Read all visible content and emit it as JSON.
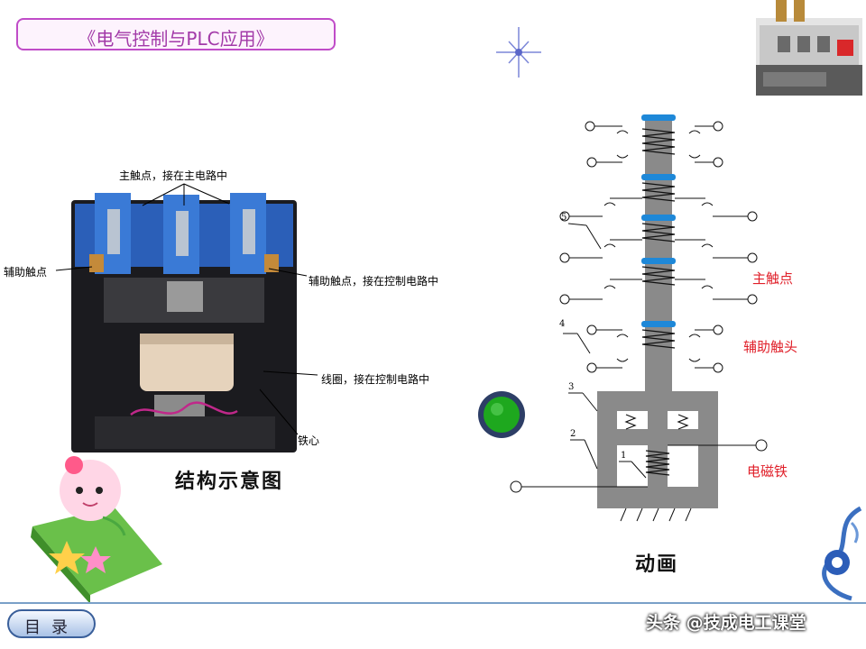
{
  "header": {
    "title": "《电气控制与PLC应用》"
  },
  "photo_labels": {
    "main_contacts": "主触点，接在主电路中",
    "aux_left": "辅助触点",
    "aux_right": "辅助触点，接在控制电路中",
    "coil": "线圈，接在控制电路中",
    "core": "铁心"
  },
  "photo_caption": "结构示意图",
  "diagram_labels": {
    "main_contact": "主触点",
    "aux_contact": "辅助触头",
    "electromagnet": "电磁铁",
    "num1": "1",
    "num2": "2",
    "num3": "3",
    "num4": "4",
    "num5": "5"
  },
  "diagram_caption": "动画",
  "nav": {
    "menu_label": "目录"
  },
  "watermark": "头条 @技成电工课堂",
  "colors": {
    "title_border": "#c04cc8",
    "accent_red": "#e0202a",
    "contact_blue": "#1e88d8",
    "iron_gray": "#8a8a8a",
    "play_green": "#1ea81e"
  }
}
